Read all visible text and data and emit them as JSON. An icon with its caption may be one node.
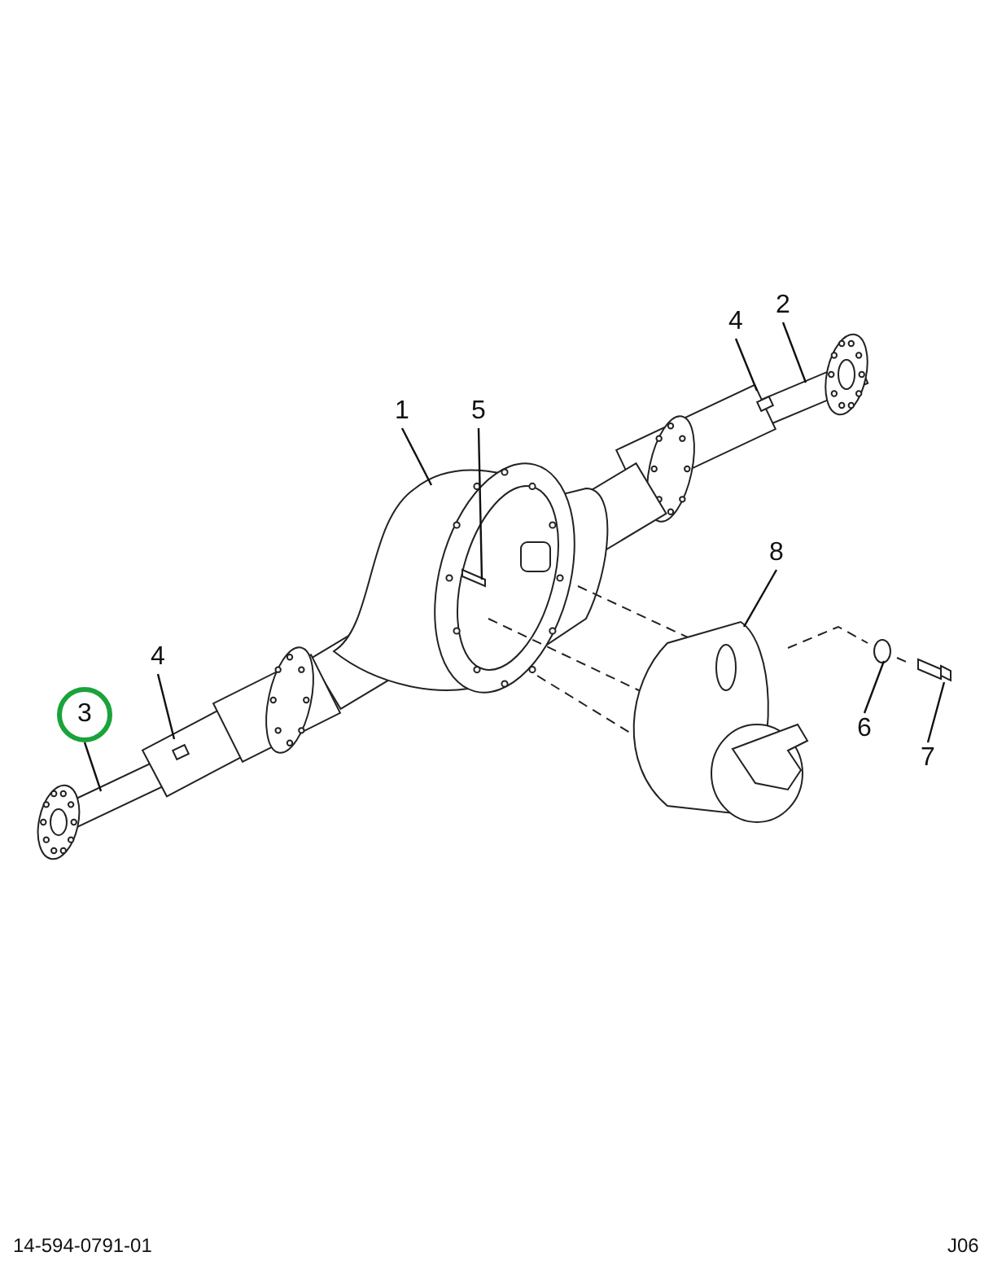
{
  "diagram": {
    "nodes": [
      {
        "text": [
          "2"
        ]
      },
      {
        "text": [
          "4"
        ]
      },
      {
        "text": [
          "1"
        ]
      },
      {
        "text": [
          "5"
        ]
      },
      {
        "text": [
          "8"
        ]
      },
      {
        "text": [
          "4"
        ]
      },
      {
        "text": [
          "3"
        ]
      },
      {
        "text": [
          "6"
        ]
      },
      {
        "text": [
          "7"
        ]
      }
    ],
    "edges": [
      {
        "from": 0,
        "to": null,
        "arrow": "none"
      },
      {
        "from": 1,
        "to": null,
        "arrow": "none"
      },
      {
        "from": 2,
        "to": null,
        "arrow": "none"
      },
      {
        "from": 3,
        "to": null,
        "arrow": "none"
      },
      {
        "from": 4,
        "to": null,
        "arrow": "none"
      },
      {
        "from": 5,
        "to": null,
        "arrow": "none"
      },
      {
        "from": 6,
        "to": null,
        "arrow": "none"
      },
      {
        "from": 7,
        "to": null,
        "arrow": "none"
      },
      {
        "from": 8,
        "to": null,
        "arrow": "none"
      }
    ],
    "labels": [
      "14-594-0791-01",
      "J06"
    ]
  }
}
